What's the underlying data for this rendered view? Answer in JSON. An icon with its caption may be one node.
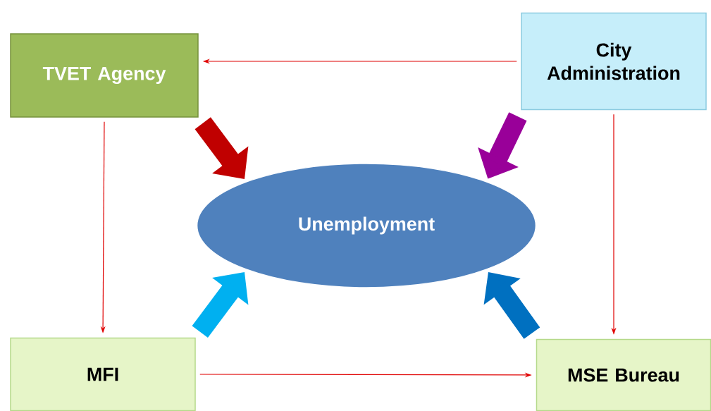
{
  "diagram": {
    "nodes": [
      {
        "text": [
          "TVET Agency"
        ]
      },
      {
        "text": [
          "City Administration"
        ]
      },
      {
        "text": [
          "Unemployment"
        ]
      },
      {
        "text": [
          "MFI"
        ]
      },
      {
        "text": [
          "MSE Bureau"
        ]
      }
    ],
    "edges": [
      {
        "from": 1,
        "to": 0,
        "arrow": "to"
      },
      {
        "from": 0,
        "to": 3,
        "arrow": "to"
      },
      {
        "from": 1,
        "to": 4,
        "arrow": "to"
      },
      {
        "from": 3,
        "to": 4,
        "arrow": "to"
      },
      {
        "from": 0,
        "to": 2,
        "arrow": "to",
        "style": "thick",
        "color": "#c00000"
      },
      {
        "from": 1,
        "to": 2,
        "arrow": "to",
        "style": "thick",
        "color": "#990099"
      },
      {
        "from": 3,
        "to": 2,
        "arrow": "to",
        "style": "thick",
        "color": "#00b0f0"
      },
      {
        "from": 4,
        "to": 2,
        "arrow": "to",
        "style": "thick",
        "color": "#0070c0"
      }
    ]
  }
}
